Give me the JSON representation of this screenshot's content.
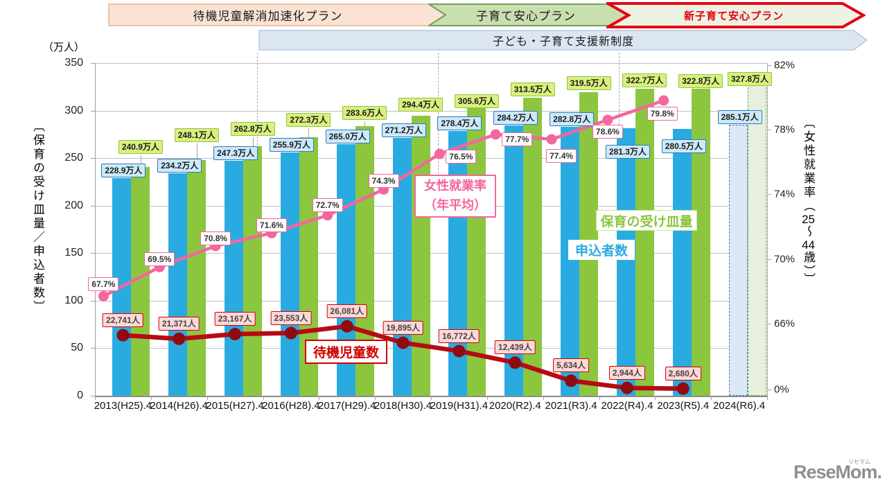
{
  "banners": {
    "plan1": "待機児童解消加速化プラン",
    "plan2": "子育て安心プラン",
    "plan3": "新子育て安心プラン",
    "system": "子ども・子育て支援新制度"
  },
  "axes": {
    "left_unit": "（万人）",
    "left_title": "〔保育の受け皿量／申込者数〕",
    "left_ticks": [
      350,
      300,
      250,
      200,
      150,
      100,
      50,
      0
    ],
    "right_title_parts": {
      "pre": "〔女性就業率（",
      "num1": "25",
      "tilde": "～",
      "num2": "44",
      "post": "歳）〕"
    },
    "right_ticks": [
      "82%",
      "78%",
      "74%",
      "70%",
      "66%",
      "0%"
    ]
  },
  "legend": {
    "employment_line1": "女性就業率",
    "employment_line2": "（年平均）",
    "capacity": "保育の受け皿量",
    "applicants": "申込者数",
    "waiting": "待機児童数"
  },
  "chart_data": {
    "type": "bar",
    "categories": [
      "2013(H25).4",
      "2014(H26).4",
      "2015(H27).4",
      "2016(H28).4",
      "2017(H29).4",
      "2018(H30).4",
      "2019(H31).4",
      "2020(R2).4",
      "2021(R3).4",
      "2022(R4).4",
      "2023(R5).4",
      "2024(R6).4"
    ],
    "left_axis": {
      "unit": "万人",
      "min": 0,
      "max": 350,
      "step": 50
    },
    "right_axis": {
      "unit": "%",
      "ticks": [
        82,
        78,
        74,
        70,
        66,
        0
      ],
      "broken_axis": true
    },
    "grid": "horizontal-only",
    "projected_last_category": true,
    "series": [
      {
        "name": "保育の受け皿量",
        "type": "bar",
        "color": "#8CC63F",
        "values": [
          240.9,
          248.1,
          262.8,
          272.3,
          283.6,
          294.4,
          305.6,
          313.5,
          319.5,
          322.7,
          322.8,
          327.8
        ],
        "labels": [
          "240.9万人",
          "248.1万人",
          "262.8万人",
          "272.3万人",
          "283.6万人",
          "294.4万人",
          "305.6万人",
          "313.5万人",
          "319.5万人",
          "322.7万人",
          "322.8万人",
          "327.8万人"
        ]
      },
      {
        "name": "申込者数",
        "type": "bar",
        "color": "#29ABE2",
        "values": [
          228.9,
          234.2,
          247.3,
          255.9,
          265.0,
          271.2,
          278.4,
          284.2,
          282.8,
          281.3,
          280.5,
          285.1
        ],
        "labels": [
          "228.9万人",
          "234.2万人",
          "247.3万人",
          "255.9万人",
          "265.0万人",
          "271.2万人",
          "278.4万人",
          "284.2万人",
          "282.8万人",
          "281.3万人",
          "280.5万人",
          "285.1万人"
        ]
      },
      {
        "name": "待機児童数",
        "type": "line",
        "color": "#B60B12",
        "unit": "人",
        "values": [
          22741,
          21371,
          23167,
          23553,
          26081,
          19895,
          16772,
          12439,
          5634,
          2944,
          2680
        ],
        "labels": [
          "22,741人",
          "21,371人",
          "23,167人",
          "23,553人",
          "26,081人",
          "19,895人",
          "16,772人",
          "12,439人",
          "5,634人",
          "2,944人",
          "2,680人"
        ]
      },
      {
        "name": "女性就業率（年平均）",
        "type": "line",
        "color": "#F2679E",
        "unit": "%",
        "values": [
          67.7,
          69.5,
          70.8,
          71.6,
          72.7,
          74.3,
          76.5,
          77.7,
          77.4,
          78.6,
          79.8
        ],
        "labels": [
          "67.7%",
          "69.5%",
          "70.8%",
          "71.6%",
          "72.7%",
          "74.3%",
          "76.5%",
          "77.7%",
          "77.4%",
          "78.6%",
          "79.8%"
        ]
      }
    ]
  },
  "logo": {
    "text": "ReseMom.",
    "ruby": "リセマム"
  }
}
